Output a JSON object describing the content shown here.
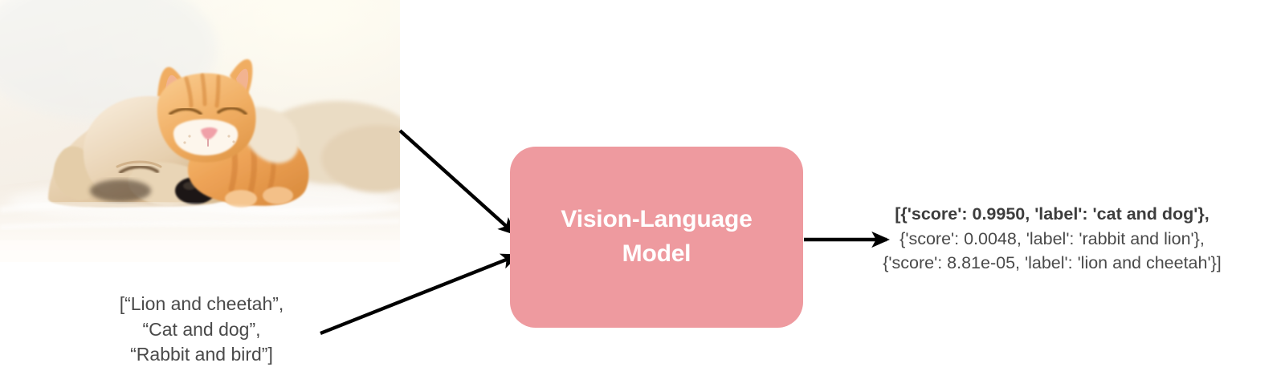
{
  "diagram": {
    "title": "Vision-Language Model zero-shot classification pipeline",
    "accent_color": "#ee9a9f",
    "text_color": "#4a4a4a",
    "arrow_color": "#000000"
  },
  "input_image": {
    "alt": "A sleeping golden puppy and a ginger kitten cuddling on a white blanket",
    "subjects": [
      "puppy",
      "kitten"
    ],
    "background_color": "#f6f1ea"
  },
  "prompt_input": {
    "text": "[“Lion and cheetah”,\n“Cat and dog”,\n“Rabbit and bird”]",
    "items": [
      "Lion and cheetah",
      "Cat and dog",
      "Rabbit and bird"
    ]
  },
  "model": {
    "label": "Vision-Language\nModel",
    "line1": "Vision-Language",
    "line2": "Model"
  },
  "output": {
    "lines": [
      "[{'score': 0.9950, 'label': 'cat and dog'},",
      "{'score': 0.0048, 'label': 'rabbit and lion'},",
      "{'score': 8.81e-05, 'label': 'lion and cheetah'}]"
    ],
    "predictions": [
      {
        "score": "0.9950",
        "label": "cat and dog",
        "bold": true
      },
      {
        "score": "0.0048",
        "label": "rabbit and lion",
        "bold": false
      },
      {
        "score": "8.81e-05",
        "label": "lion and cheetah",
        "bold": false
      }
    ]
  },
  "arrows": {
    "image_to_model": "arrow-image-to-model",
    "prompt_to_model": "arrow-prompt-to-model",
    "model_to_output": "arrow-model-to-output"
  }
}
